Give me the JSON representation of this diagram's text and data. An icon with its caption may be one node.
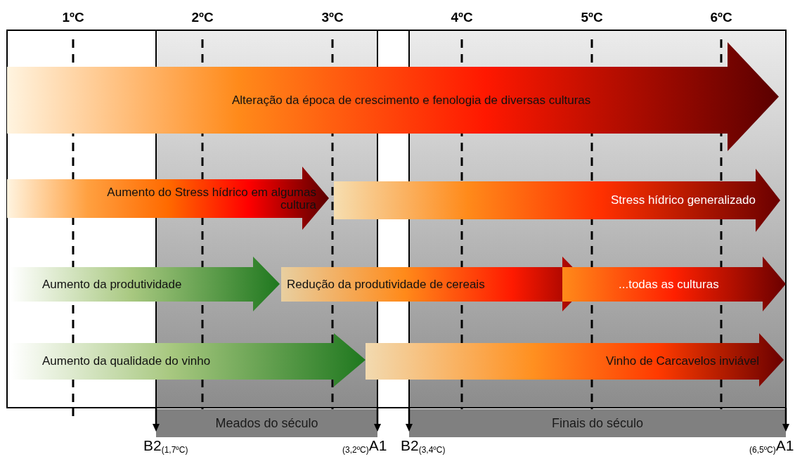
{
  "diagram": {
    "nodes": [
      {
        "text": [
          "Alteração da época de crescimento  e fenologia de diversas culturas"
        ]
      },
      {
        "text": [
          "Aumento do Stress hídrico em algumas cultura"
        ]
      },
      {
        "text": [
          "Stress hídrico  generalizado"
        ]
      },
      {
        "text": [
          "Aumento da produtividade"
        ]
      },
      {
        "text": [
          "Redução da produtividade de cereais"
        ]
      },
      {
        "text": [
          "...todas as culturas"
        ]
      },
      {
        "text": [
          "Aumento da  qualidade do vinho"
        ]
      },
      {
        "text": [
          "Vinho de Carcavelos inviável"
        ]
      },
      {
        "text": [
          "Meados do século"
        ]
      },
      {
        "text": [
          "Finais do século"
        ]
      }
    ],
    "labels": [
      "1ºC",
      "2ºC",
      "3ºC",
      "4ºC",
      "5ºC",
      "6ºC",
      "B2$_{(1,7ºC)}$",
      "$_{(3,2ºC)}$A1",
      "B2$_{(3,4ºC)}$",
      "$_{(6,5ºC)}$A1"
    ]
  }
}
